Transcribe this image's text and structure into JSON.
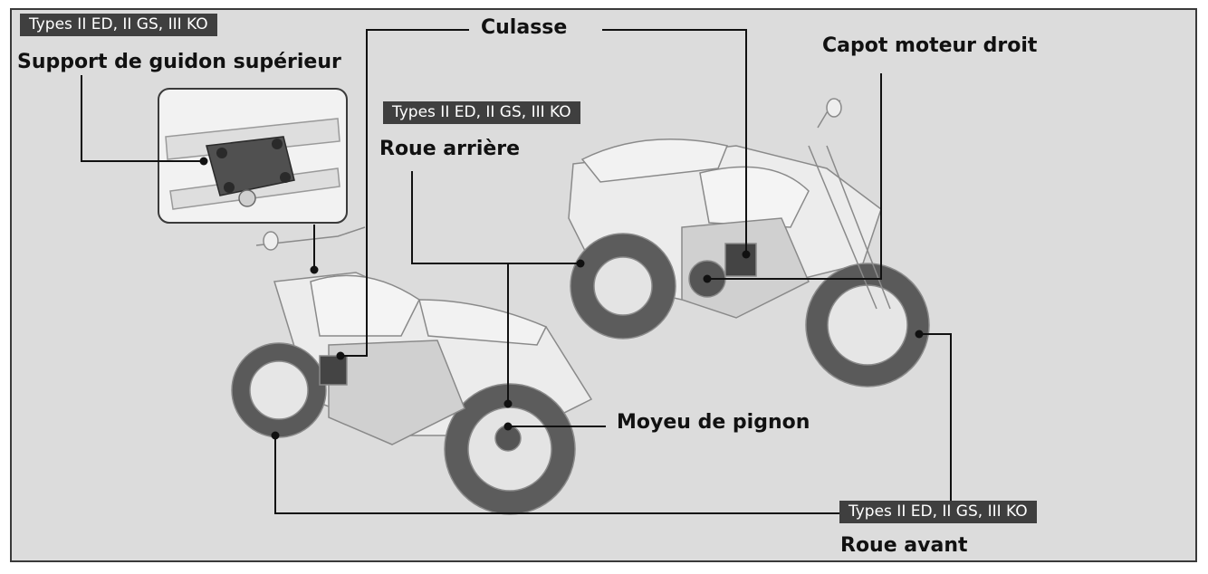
{
  "colors": {
    "background": "#dcdcdc",
    "frame": "#3a3a3a",
    "tag_background": "#3f3f3f",
    "tag_text": "#ffffff",
    "leader_line": "#111111",
    "label_text": "#111111"
  },
  "labels": {
    "culasse": "Culasse",
    "capot_moteur_droit": "Capot moteur droit",
    "support_guidon": "Support de guidon supérieur",
    "roue_arriere": "Roue arrière",
    "moyeu_pignon": "Moyeu de pignon",
    "roue_avant": "Roue avant"
  },
  "tags": {
    "support_guidon": "Types II ED, II GS, III KO",
    "roue_arriere": "Types II ED, II GS, III KO",
    "roue_avant": "Types II ED, II GS, III KO"
  }
}
